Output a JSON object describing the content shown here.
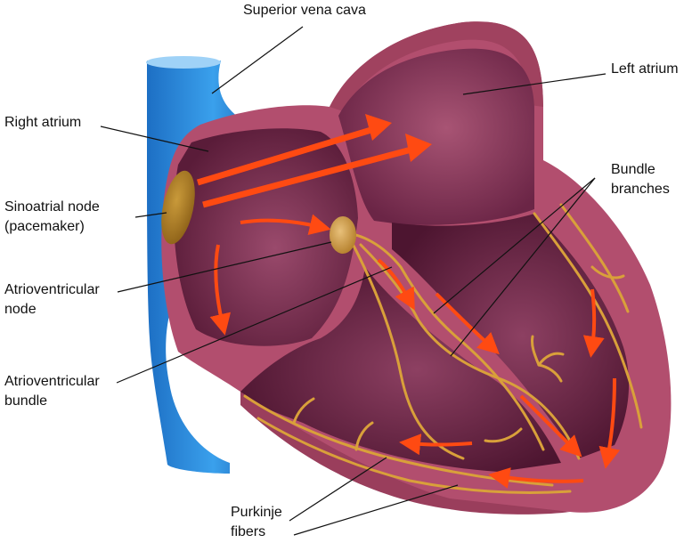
{
  "labels": {
    "superior_vena_cava": "Superior vena cava",
    "right_atrium": "Right atrium",
    "left_atrium": "Left atrium",
    "bundle_branches": [
      "Bundle",
      "branches"
    ],
    "sinoatrial_node": [
      "Sinoatrial node",
      "(pacemaker)"
    ],
    "atrioventricular_node": [
      "Atrioventricular",
      "node"
    ],
    "atrioventricular_bundle": [
      "Atrioventricular",
      "bundle"
    ],
    "purkinje_fibers": [
      "Purkinje",
      "fibers"
    ]
  },
  "colors": {
    "vena_cava": "#2a7fd4",
    "heart_wall": "#b24e6e",
    "chamber": "#5e1f3a",
    "conduction_fiber": "#d9a03a",
    "arrow": "#ff4a12",
    "node": "#c9952f"
  }
}
